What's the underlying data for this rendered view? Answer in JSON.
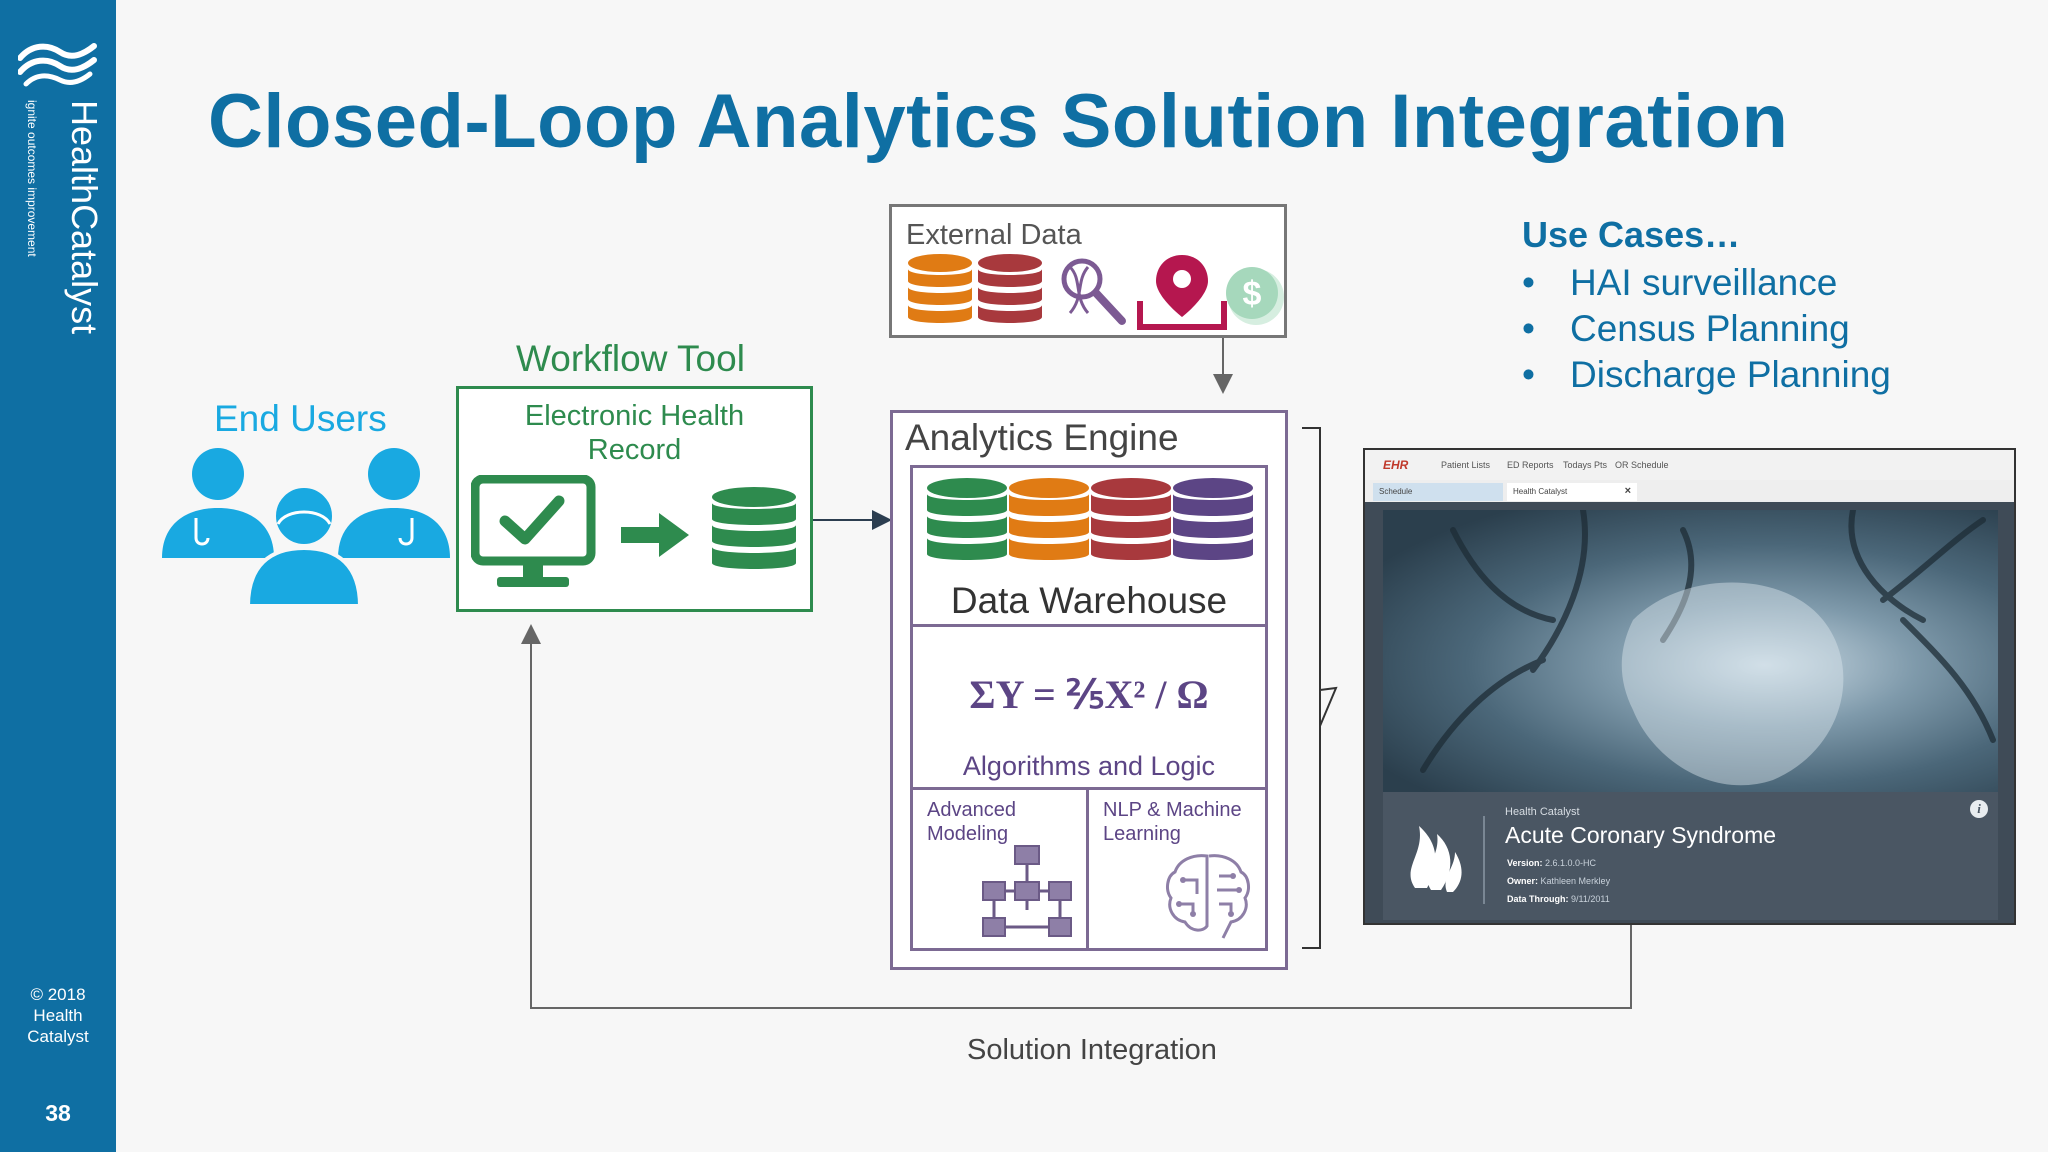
{
  "slide": {
    "title": "Closed-Loop Analytics Solution Integration",
    "page_number": "38",
    "copyright": [
      "© 2018",
      "Health",
      "Catalyst"
    ],
    "brand": {
      "name": "HealthCatalyst",
      "tagline": "ignite outcomes improvement"
    }
  },
  "diagram": {
    "end_users_label": "End Users",
    "workflow_tool_label": "Workflow Tool",
    "ehr_label_line1": "Electronic Health",
    "ehr_label_line2": "Record",
    "external_data_label": "External Data",
    "analytics_engine_label": "Analytics Engine",
    "data_warehouse_label": "Data Warehouse",
    "formula": "ΣY = ⅖X² / Ω",
    "algorithms_label": "Algorithms and Logic",
    "advanced_modeling_line1": "Advanced",
    "advanced_modeling_line2": "Modeling",
    "nlp_line1": "NLP & Machine",
    "nlp_line2": "Learning",
    "solution_integration_label": "Solution Integration"
  },
  "use_cases": {
    "heading": "Use Cases…",
    "items": [
      "HAI surveillance",
      "Census Planning",
      "Discharge Planning"
    ]
  },
  "screenshot": {
    "ehr_tag": "EHR",
    "nav_items": [
      "Patient Lists",
      "ED Reports",
      "Todays Pts",
      "OR Schedule"
    ],
    "tabs": [
      "Schedule",
      "Health Catalyst"
    ],
    "close_glyph": "×",
    "app_brand": "Health Catalyst",
    "app_title": "Acute Coronary Syndrome",
    "version_label": "Version:",
    "version_value": "2.6.1.0.0-HC",
    "owner_label": "Owner:",
    "owner_value": "Kathleen Merkley",
    "data_through_label": "Data Through:",
    "data_through_value": "9/11/2011"
  },
  "colors": {
    "brand_blue": "#0f6fa3",
    "user_blue": "#19a9e1",
    "workflow_green": "#2e8b4e",
    "engine_purple": "#6b4a86",
    "db_orange": "#e07b14",
    "db_red": "#a8393d",
    "db_purple": "#5c4585"
  }
}
